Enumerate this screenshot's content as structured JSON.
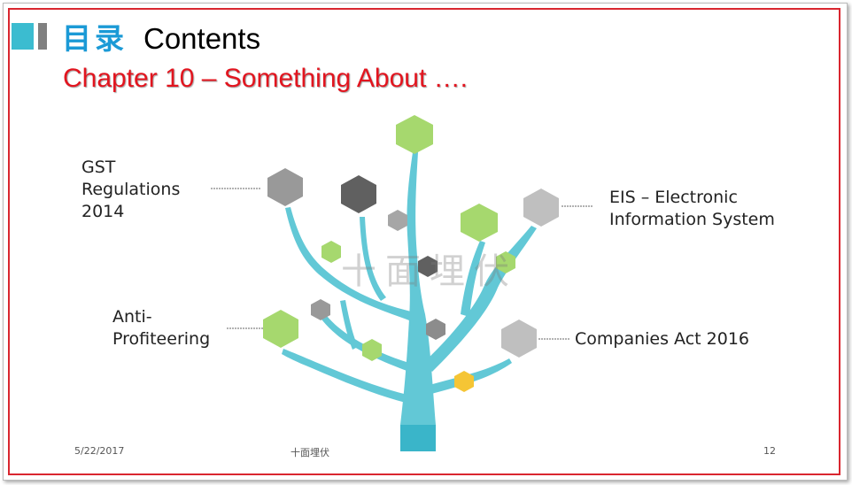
{
  "title": {
    "cn": "目录",
    "en": "Contents"
  },
  "subtitle": "Chapter 10 – Something About ….",
  "labels": {
    "gst": [
      "GST",
      "Regulations",
      "2014"
    ],
    "eis": [
      "EIS – Electronic",
      "Information System"
    ],
    "anti": [
      "Anti-",
      "Profiteering"
    ],
    "companies": [
      "Companies Act 2016"
    ]
  },
  "footer": {
    "date": "5/22/2017",
    "center": "十面埋伏",
    "page": "12"
  },
  "watermark": "十面埋伏",
  "colors": {
    "accent_title": "#1b9ad6",
    "subtitle": "#e2151f",
    "tree": "#62c8d6",
    "tree_trunk_base": "#3ab5c9",
    "hex_green": "#a6d86e",
    "hex_grey": "#a6a6a6",
    "hex_dark": "#606060",
    "hex_yellow": "#f5c535",
    "frame": "#d9262f"
  }
}
